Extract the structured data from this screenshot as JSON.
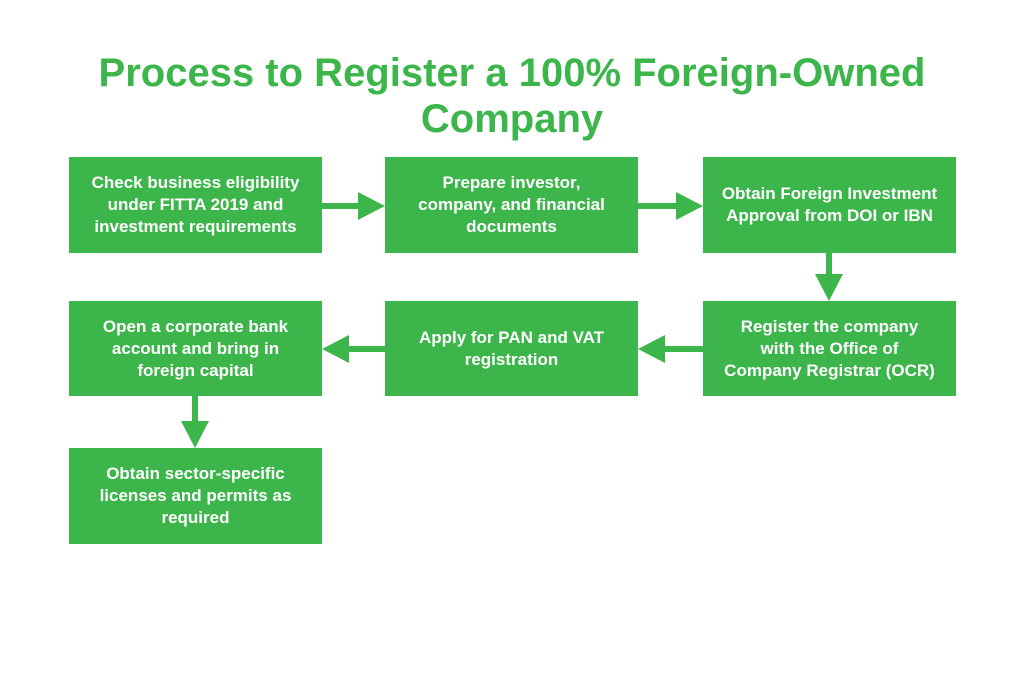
{
  "title": {
    "line1": "Process to Register a 100% Foreign-Owned",
    "line2": "Company"
  },
  "steps": [
    {
      "lines": [
        "Check business eligibility",
        "under FITTA 2019 and",
        "investment requirements"
      ]
    },
    {
      "lines": [
        "Prepare investor,",
        "company, and financial",
        "documents"
      ]
    },
    {
      "lines": [
        "Obtain Foreign Investment",
        "Approval from DOI or IBN"
      ]
    },
    {
      "lines": [
        "Register the company",
        "with the Office of",
        "Company Registrar (OCR)"
      ]
    },
    {
      "lines": [
        "Apply for PAN and VAT",
        "registration"
      ]
    },
    {
      "lines": [
        "Open a corporate bank",
        "account and bring in",
        "foreign capital"
      ]
    },
    {
      "lines": [
        "Obtain sector-specific",
        "licenses and permits as",
        "required"
      ]
    }
  ],
  "colors": {
    "accent": "#3cb54a",
    "box_text": "#ffffff",
    "background": "#ffffff"
  }
}
